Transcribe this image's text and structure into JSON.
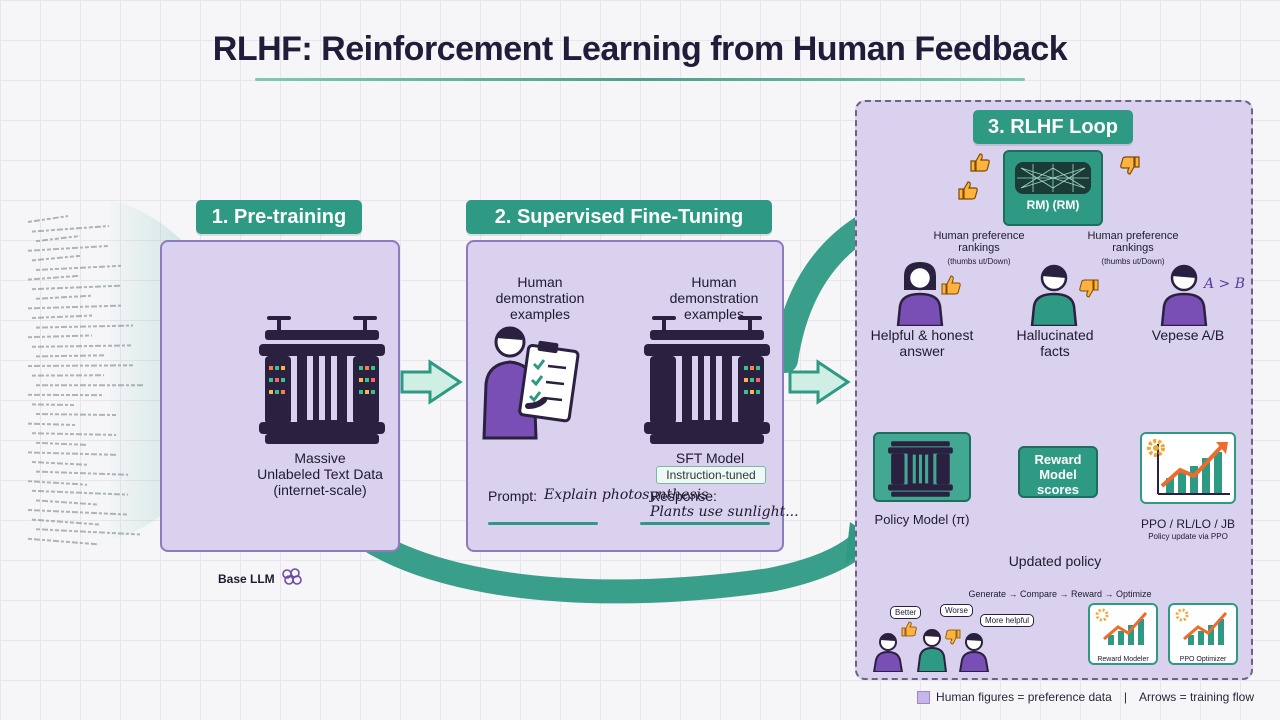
{
  "title": "RLHF: Reinforcement Learning from Human Feedback",
  "stage1": {
    "label": "1. Pre-training",
    "data_text_line1": "Massive",
    "data_text_line2": "Unlabeled Text Data",
    "data_text_line3": "(internet-scale)",
    "base_label": "Base LLM"
  },
  "stage2": {
    "label": "2. Supervised Fine-Tuning",
    "demo_left": "Human demonstration examples",
    "demo_right": "Human demonstration examples",
    "model_name": "SFT Model",
    "model_tag": "Instruction-tuned",
    "prompt_label": "Prompt:",
    "prompt_text": "Explain photosynthesis",
    "response_label": "Response:",
    "response_text": "Plants use sunlight..."
  },
  "stage3": {
    "label": "3. RLHF Loop",
    "rm_label": "RM) (RM)",
    "pref_left": "Human preference rankings",
    "pref_left_sub": "(thumbs ut/Down)",
    "pref_right": "Human preference rankings",
    "pref_right_sub": "(thumbs ut/Down)",
    "ab_text": "A > B",
    "person1": "Helpful & honest answer",
    "person2": "Hallucinated facts",
    "person3": "Vepese A/B",
    "policy": "Policy Model (π)",
    "reward": "Reward Model scores",
    "ppo": "PPO / RL/LO / JB",
    "ppo_sub": "Policy update via PPO",
    "updated": "Updated policy",
    "flow": "Generate → Compare → Reward → Optimize",
    "bubble1": "Better",
    "bubble2": "Worse",
    "bubble3": "More helpful",
    "card1": "Reward Modeler",
    "card2": "PPO Optimizer"
  },
  "legend": {
    "humans": "Human figures = preference data",
    "separator": "|",
    "arrows": "Arrows = training flow"
  },
  "icons": [
    "transformer-model-icon",
    "person-icon",
    "clipboard-checklist-icon",
    "thumbs-up-icon",
    "thumbs-down-icon",
    "neural-net-icon",
    "growth-chart-icon",
    "gear-icon"
  ],
  "colors": {
    "teal": "#2f9a84",
    "purple": "#7a4fb5",
    "panel": "#d9d1ee",
    "title": "#211c3a"
  }
}
